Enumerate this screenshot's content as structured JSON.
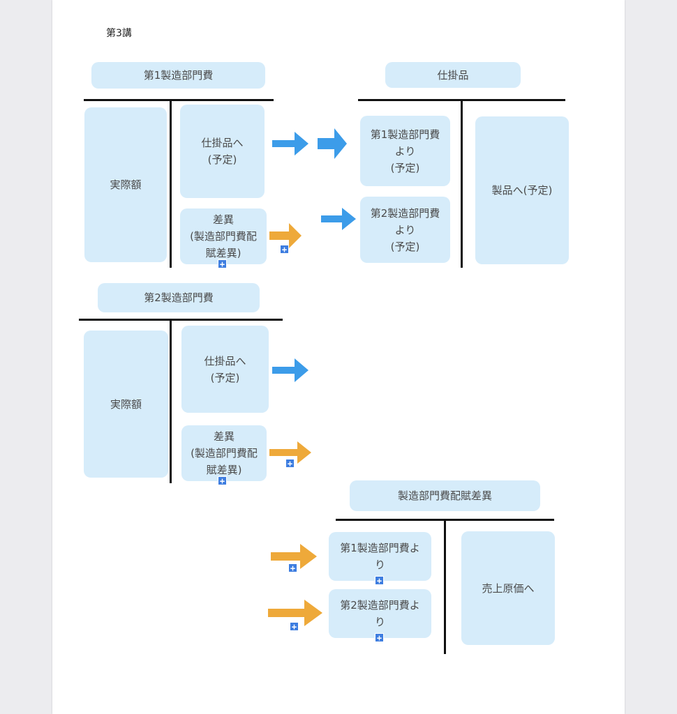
{
  "doc": {
    "title": "第3講"
  },
  "t_accounts": {
    "dept1": {
      "header": "第1製造部門費",
      "left": "実際額",
      "right_top": "仕掛品へ\n(予定)",
      "right_bottom": "差異\n(製造部門費配\n賦差異)"
    },
    "wip": {
      "header": "仕掛品",
      "left_top": "第1製造部門費\nより\n(予定)",
      "left_bottom": "第2製造部門費\nより\n(予定)",
      "right": "製品へ(予定)"
    },
    "dept2": {
      "header": "第2製造部門費",
      "left": "実際額",
      "right_top": "仕掛品へ\n(予定)",
      "right_bottom": "差異\n(製造部門費配\n賦差異)"
    },
    "variance": {
      "header": "製造部門費配賦差異",
      "left_top": "第1製造部門費よ\nり",
      "left_bottom": "第2製造部門費よ\nり",
      "right": "売上原価へ"
    }
  },
  "colors": {
    "box_fill": "#d6ecfa",
    "blue_arrow": "#3c9ce9",
    "orange_arrow": "#eea93a",
    "add_button": "#3d7de0"
  },
  "icons": {
    "arrow": "arrow-right-icon",
    "add": "plus-icon"
  }
}
